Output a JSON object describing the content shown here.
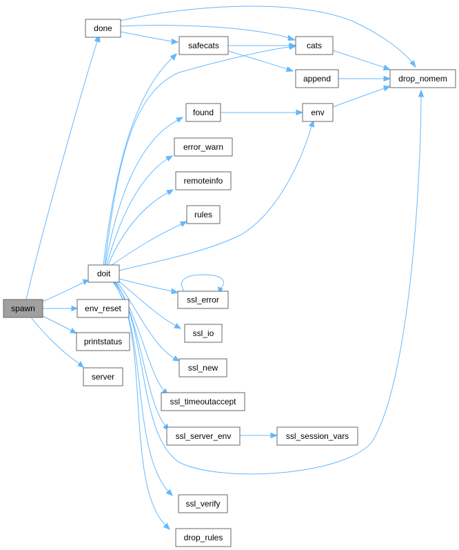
{
  "nodes": {
    "spawn": "spawn",
    "done": "done",
    "doit": "doit",
    "env_reset": "env_reset",
    "printstatus": "printstatus",
    "server": "server",
    "safecats": "safecats",
    "cats": "cats",
    "append": "append",
    "drop_nomem": "drop_nomem",
    "found": "found",
    "env": "env",
    "error_warn": "error_warn",
    "remoteinfo": "remoteinfo",
    "rules": "rules",
    "ssl_error": "ssl_error",
    "ssl_io": "ssl_io",
    "ssl_new": "ssl_new",
    "ssl_timeoutaccept": "ssl_timeoutaccept",
    "ssl_server_env": "ssl_server_env",
    "ssl_session_vars": "ssl_session_vars",
    "ssl_verify": "ssl_verify",
    "drop_rules": "drop_rules"
  },
  "edges": [
    [
      "spawn",
      "done"
    ],
    [
      "spawn",
      "doit"
    ],
    [
      "spawn",
      "env_reset"
    ],
    [
      "spawn",
      "printstatus"
    ],
    [
      "spawn",
      "server"
    ],
    [
      "done",
      "safecats"
    ],
    [
      "done",
      "cats"
    ],
    [
      "done",
      "drop_nomem"
    ],
    [
      "safecats",
      "cats"
    ],
    [
      "safecats",
      "append"
    ],
    [
      "cats",
      "drop_nomem"
    ],
    [
      "append",
      "drop_nomem"
    ],
    [
      "env",
      "drop_nomem"
    ],
    [
      "found",
      "env"
    ],
    [
      "doit",
      "safecats"
    ],
    [
      "doit",
      "cats"
    ],
    [
      "doit",
      "found"
    ],
    [
      "doit",
      "error_warn"
    ],
    [
      "doit",
      "remoteinfo"
    ],
    [
      "doit",
      "rules"
    ],
    [
      "doit",
      "env"
    ],
    [
      "doit",
      "ssl_error"
    ],
    [
      "doit",
      "ssl_io"
    ],
    [
      "doit",
      "ssl_new"
    ],
    [
      "doit",
      "ssl_timeoutaccept"
    ],
    [
      "doit",
      "ssl_server_env"
    ],
    [
      "doit",
      "drop_nomem"
    ],
    [
      "doit",
      "ssl_verify"
    ],
    [
      "doit",
      "drop_rules"
    ],
    [
      "ssl_error",
      "ssl_error"
    ],
    [
      "ssl_server_env",
      "ssl_session_vars"
    ]
  ],
  "colors": {
    "edge": "#63b8ff",
    "node_border": "#666666",
    "root_fill": "#a0a0a0"
  }
}
